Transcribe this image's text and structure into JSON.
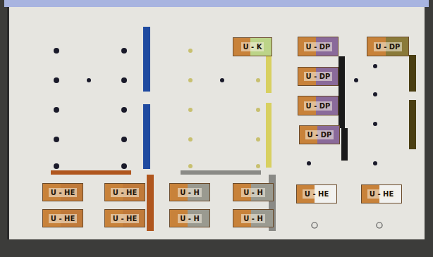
{
  "diagram": {
    "nodes": [
      {
        "text": [
          "U - K"
        ]
      },
      {
        "text": [
          "U - DP"
        ]
      },
      {
        "text": [
          "U - DP"
        ]
      },
      {
        "text": [
          "U - DP"
        ]
      },
      {
        "text": [
          "U - DP"
        ]
      },
      {
        "text": [
          "U - DP"
        ]
      },
      {
        "text": [
          "U - HE"
        ]
      },
      {
        "text": [
          "U - HE"
        ]
      },
      {
        "text": [
          "U - H"
        ]
      },
      {
        "text": [
          "U - H"
        ]
      },
      {
        "text": [
          "U - HE"
        ]
      },
      {
        "text": [
          "U - HE"
        ]
      },
      {
        "text": [
          "U - HE"
        ]
      },
      {
        "text": [
          "U - HE"
        ]
      },
      {
        "text": [
          "U - H"
        ]
      },
      {
        "text": [
          "U - H"
        ]
      }
    ]
  }
}
